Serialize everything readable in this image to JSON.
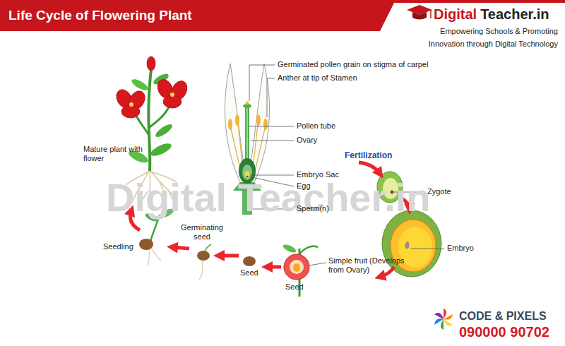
{
  "diagram": {
    "title": "Life Cycle of Flowering Plant",
    "labels": [
      "Digital",
      "Teacher.in",
      "Empowering Schools & Promoting",
      "Innovation through Digital Technology",
      "Germinated pollen grain on stigma of carpel",
      "Anther at tip of Stamen",
      "Pollen tube",
      "Ovary",
      "Embryo Sac",
      "Egg",
      "Sperm(n)",
      "Fertilization",
      "Zygote",
      "Embryo",
      "Simple fruit (Develops from Ovary)",
      "Seed",
      "Seed",
      "Germinating seed",
      "Seedling",
      "Mature plant with flower",
      "Digital Teacher.in",
      "CODE & PIXELS",
      "090000 90702"
    ]
  }
}
